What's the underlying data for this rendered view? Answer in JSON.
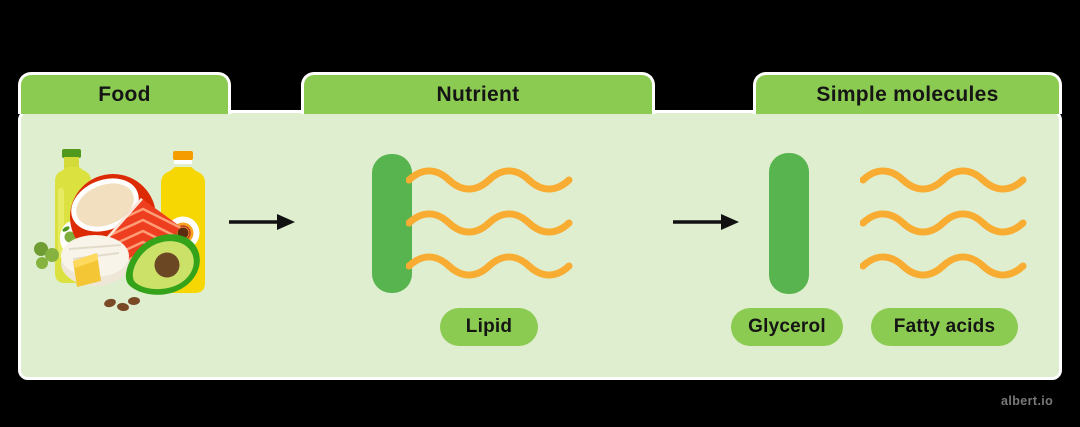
{
  "diagram": {
    "tabs": [
      {
        "id": "food",
        "label": "Food"
      },
      {
        "id": "nutrient",
        "label": "Nutrient"
      },
      {
        "id": "simple-molecules",
        "label": "Simple molecules"
      }
    ],
    "stages": {
      "nutrient_label": "Lipid",
      "glycerol_label": "Glycerol",
      "fatty_acids_label": "Fatty acids"
    },
    "watermark": {
      "text": "albert.io"
    },
    "icons": [
      "food-illustration",
      "olive-oil-bottle-icon",
      "sunflower-oil-bottle-icon",
      "coconut-icon",
      "salmon-fillet-icon",
      "cheese-wheel-icon",
      "avocado-icon",
      "olives-icon",
      "seeds-icon",
      "arrow-right-icon",
      "glycerol-bar-icon",
      "fatty-acid-wave-icon"
    ],
    "colors": {
      "background": "#000000",
      "panel_fill": "#dfeecf",
      "tab_green": "#8ccb51",
      "bar_green": "#57b44e",
      "wave_orange": "#f9ac32",
      "outline_white": "#ffffff",
      "text": "#151515",
      "watermark_gray": "#8f8f8f"
    }
  }
}
